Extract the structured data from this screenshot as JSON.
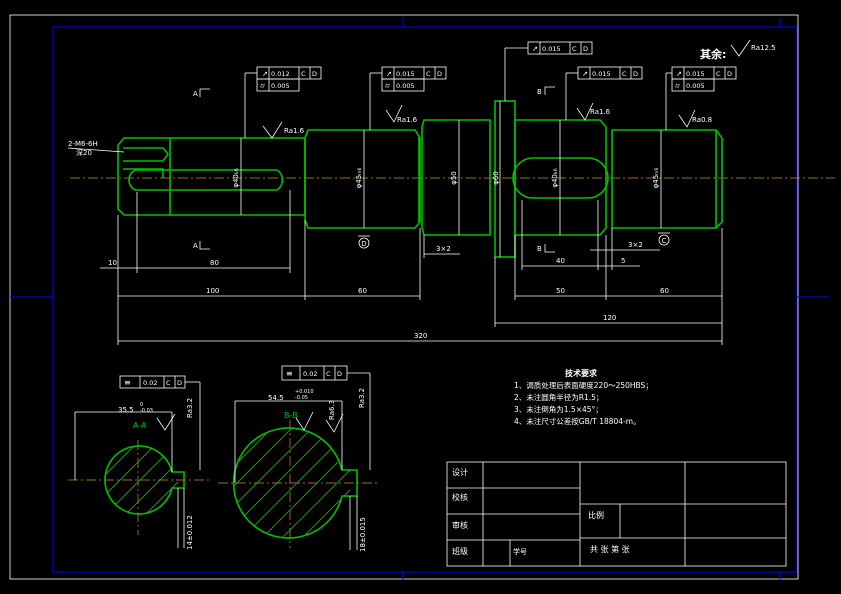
{
  "colors": {
    "background": "#000000",
    "sheet_border": "#0000ff",
    "part_outline": "#00c000",
    "dimension": "#ffffff",
    "center_line": "#c89632"
  },
  "views": {
    "main": {
      "diameters": [
        "φ40ₖ₆",
        "φ45ₘ₆",
        "φ50",
        "φ60",
        "φ40ₖ₆",
        "φ45ₘ₆"
      ],
      "keyway_callout": [
        "2-M6-6H",
        "深20"
      ],
      "section_marks": [
        "A",
        "A",
        "B",
        "B"
      ],
      "datum_marks": [
        "D",
        "C"
      ],
      "roughness": [
        "Ra1.6",
        "Ra1.6",
        "Ra1.6",
        "Ra0.8"
      ],
      "tolerances": [
        {
          "runout": "0.012",
          "datums": [
            "C",
            "D"
          ],
          "cyl": "0.005"
        },
        {
          "runout": "0.015",
          "datums": [
            "C",
            "D"
          ],
          "cyl": "0.005"
        },
        {
          "runout": "0.015",
          "datums": [
            "C",
            "D"
          ]
        },
        {
          "runout": "0.015",
          "datums": [
            "C",
            "D"
          ]
        },
        {
          "runout": "0.015",
          "datums": [
            "C",
            "D"
          ],
          "cyl": "0.005"
        }
      ],
      "dimensions": [
        "10",
        "80",
        "100",
        "60",
        "3×2",
        "40",
        "5",
        "3×2",
        "50",
        "60",
        "120",
        "320"
      ],
      "remaining_roughness": {
        "label": "其余:",
        "value": "Ra12.5"
      }
    },
    "section_a": {
      "title": "A-A",
      "symmetry": {
        "value": "0.02",
        "datums": [
          "C",
          "D"
        ]
      },
      "depth": "35.5",
      "depth_tol_upper": "0",
      "depth_tol_lower": "-0.03",
      "width": "14±0.012",
      "roughness": "Ra3.2"
    },
    "section_b": {
      "title": "B-B",
      "symmetry": {
        "value": "0.02",
        "datums": [
          "C",
          "D"
        ]
      },
      "depth": "54.5",
      "depth_tol_upper": "+0.010",
      "depth_tol_lower": "-0.05",
      "width": "18±0.015",
      "roughness": [
        "Ra6.3",
        "Ra3.2"
      ]
    }
  },
  "notes": {
    "title": "技术要求",
    "items": [
      "1、调质处理后表面硬度220～250HBS；",
      "2、未注圆角半径为R1.5；",
      "3、未注倒角为1.5×45°；",
      "4、未注尺寸公差按GB/T 18804-m。"
    ]
  },
  "title_block": {
    "design": "设计",
    "check": "校核",
    "review": "审核",
    "class": "班级",
    "student_no": "学号",
    "scale": "比例",
    "sheets": "共  张  第  张"
  }
}
